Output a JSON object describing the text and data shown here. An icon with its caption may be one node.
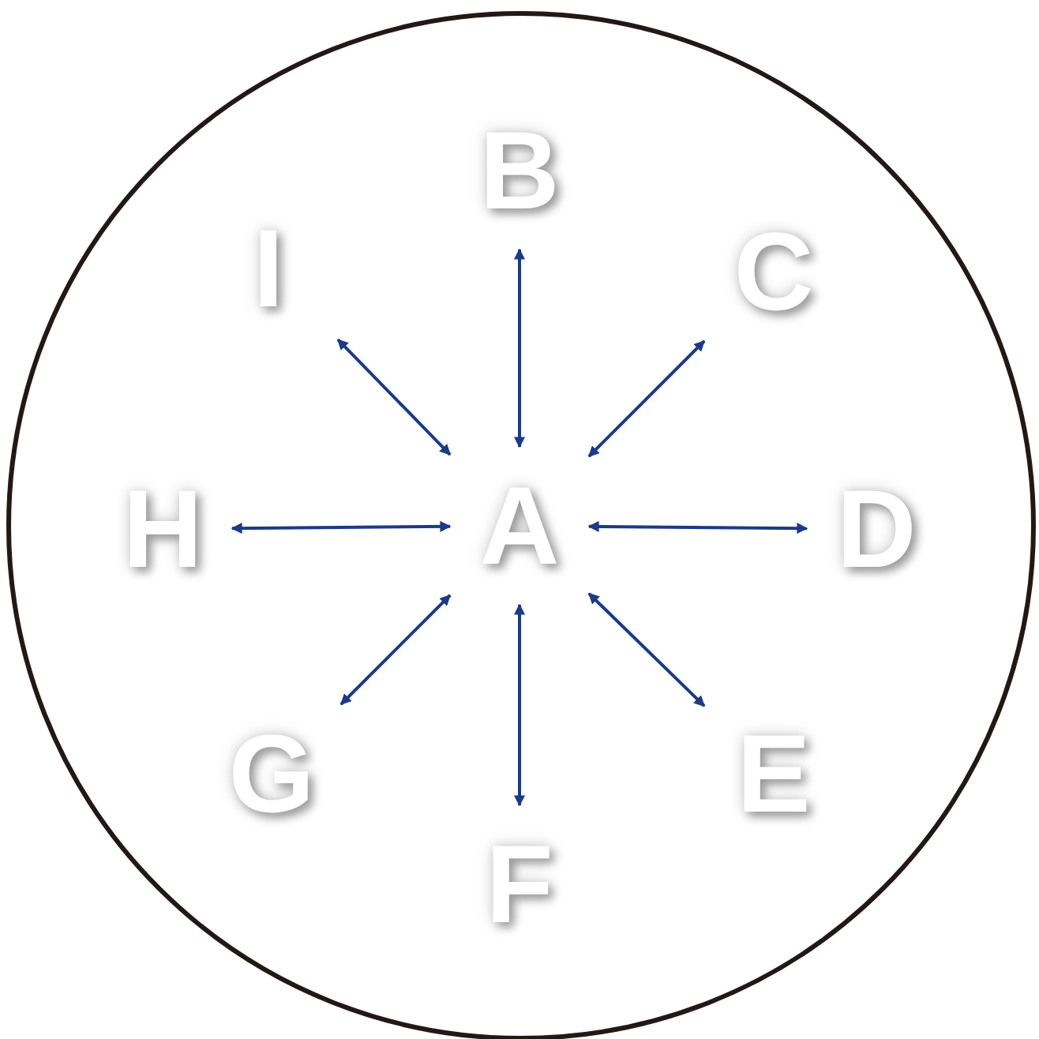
{
  "diagram": {
    "nodes": [
      {
        "text": [],
        "shape": "circle"
      },
      {
        "text": [
          "A"
        ],
        "in": 0
      },
      {
        "text": [
          "B"
        ],
        "in": 0
      },
      {
        "text": [
          "C"
        ],
        "in": 0
      },
      {
        "text": [
          "D"
        ],
        "in": 0
      },
      {
        "text": [
          "E"
        ],
        "in": 0
      },
      {
        "text": [
          "F"
        ],
        "in": 0
      },
      {
        "text": [
          "G"
        ],
        "in": 0
      },
      {
        "text": [
          "H"
        ],
        "in": 0
      },
      {
        "text": [
          "I"
        ],
        "in": 0
      }
    ],
    "edges": [
      {
        "from": 1,
        "to": 2,
        "arrow": "both"
      },
      {
        "from": 1,
        "to": 3,
        "arrow": "both"
      },
      {
        "from": 1,
        "to": 4,
        "arrow": "both"
      },
      {
        "from": 1,
        "to": 5,
        "arrow": "both"
      },
      {
        "from": 1,
        "to": 6,
        "arrow": "both"
      },
      {
        "from": 1,
        "to": 7,
        "arrow": "both"
      },
      {
        "from": 1,
        "to": 8,
        "arrow": "both"
      },
      {
        "from": 1,
        "to": 9,
        "arrow": "both"
      }
    ]
  }
}
